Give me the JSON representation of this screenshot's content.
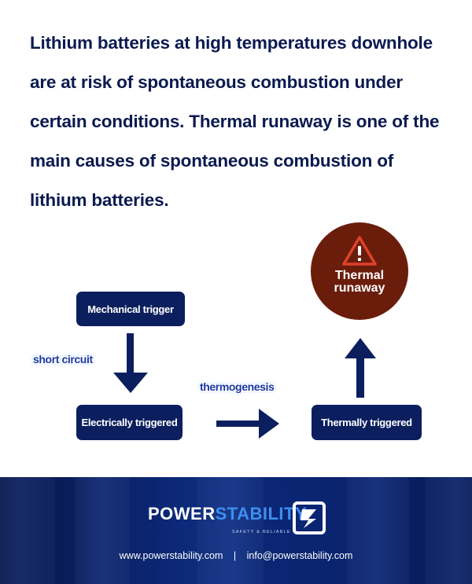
{
  "intro": {
    "lines": [
      "Lithium batteries at high temperatures downhole",
      "are at risk of spontaneous combustion under",
      "certain conditions. Thermal runaway is one of the",
      "main causes of spontaneous combustion of",
      "lithium batteries."
    ]
  },
  "diagram": {
    "mechanical_trigger": "Mechanical trigger",
    "electrically_triggered": "Electrically triggered",
    "thermally_triggered": "Thermally triggered",
    "thermal_runaway_line1": "Thermal",
    "thermal_runaway_line2": "runaway",
    "short_circuit_tag": "short circuit",
    "thermogenesis_tag": "thermogenesis"
  },
  "footer": {
    "brand_power": "POWER",
    "brand_stability": "STABILITY",
    "tagline": "SAFETY & RELIABLE",
    "website": "www.powerstability.com",
    "separator": "|",
    "email": "info@powerstability.com"
  },
  "colors": {
    "box_navy": "#0b1f5e",
    "circle_brown": "#6b1d0c",
    "warning_red": "#e0412a",
    "footer_blue": "#0c2a7a"
  }
}
